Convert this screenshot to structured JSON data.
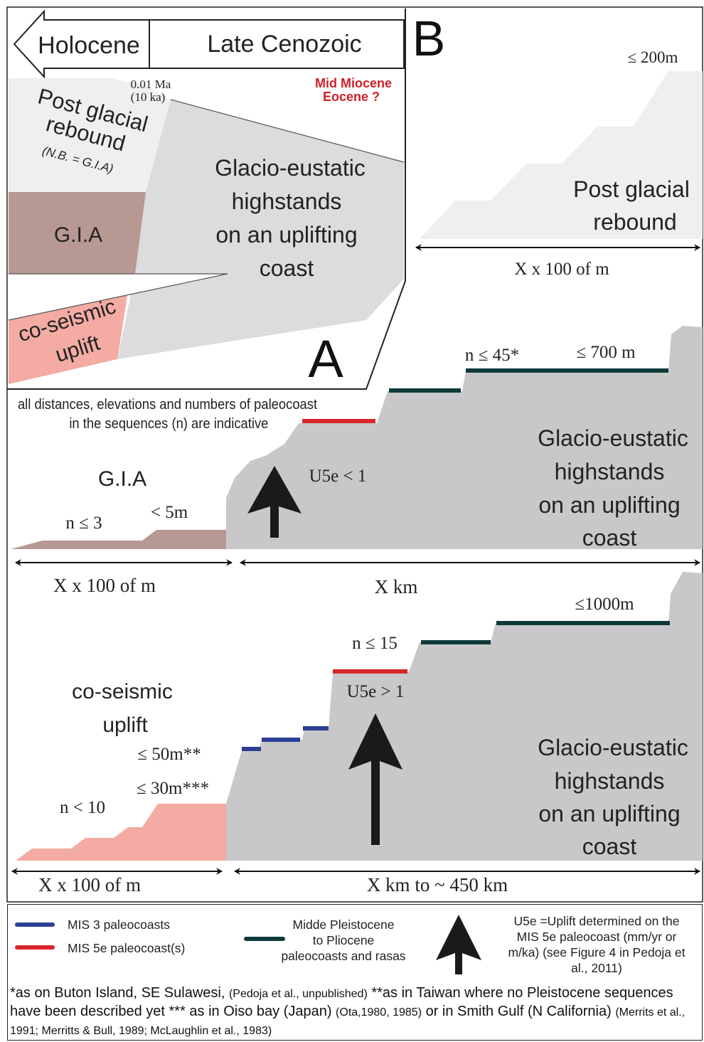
{
  "colors": {
    "gray_terrain": "#c8c8ca",
    "light_gray": "#dcdcde",
    "very_light_gray": "#efeff0",
    "gia_brown": "#b89893",
    "coseismic_pink": "#f3aba3",
    "mis3_blue": "#2b3f95",
    "mis5e_red": "#d9262c",
    "plio_green": "#0f3a3a",
    "mid_miocene_red": "#d01f27",
    "arrow_black": "#1a1a1a"
  },
  "panel_a": {
    "arrow_holocene": "Holocene",
    "arrow_late_cenozoic": "Late Cenozoic",
    "label_a": "A",
    "age_ma": "0.01 Ma",
    "age_ka": "(10 ka)",
    "mid_miocene": "Mid Miocene",
    "eocene": "Eocene ?",
    "post_glacial": [
      "Post glacial",
      "rebound"
    ],
    "nb_gia": "(N.B. = G.I.A)",
    "gia": "G.I.A",
    "glacio": [
      "Glacio-eustatic",
      "highstands",
      "on an uplifting",
      "coast"
    ],
    "coseismic": [
      "co-seismic",
      "uplift"
    ]
  },
  "panel_b": {
    "label_b": "B",
    "top_elev": "≤ 200m",
    "post_glacial": [
      "Post glacial",
      "rebound"
    ],
    "top_dist": "X x 100 of m"
  },
  "middle": {
    "note": [
      "all distances, elevations and numbers of paleocoast",
      "in the sequences (n) are indicative"
    ],
    "gia": "G.I.A",
    "gia_n": "n ≤ 3",
    "gia_elev": "< 5m",
    "n_count": "n ≤ 45*",
    "elev": "≤ 700 m",
    "uplift": "U5e < 1",
    "glacio": [
      "Glacio-eustatic",
      "highstands",
      "on an uplifting",
      "coast"
    ],
    "dist_left": "X x 100 of m",
    "dist_right": "X km"
  },
  "bottom": {
    "coseismic": [
      "co-seismic",
      "uplift"
    ],
    "elev_50": "≤ 50m**",
    "elev_30": "≤ 30m***",
    "n_count_left": "n < 10",
    "n_count": "n ≤ 15",
    "elev": "≤1000m",
    "uplift": "U5e > 1",
    "glacio": [
      "Glacio-eustatic",
      "highstands",
      "on an uplifting",
      "coast"
    ],
    "dist_left": "X x 100 of m",
    "dist_right": "X km to ~ 450 km"
  },
  "legend": {
    "mis3": "MIS 3 paleocoasts",
    "mis5e": "MIS 5e paleocoast(s)",
    "plio": [
      "Midde Pleistocene",
      "to  Pliocene",
      "paleocoasts and rasas"
    ],
    "u5e": [
      "U5e =Uplift determined on  the",
      "MIS 5e paleocoast (mm/yr or",
      "m/ka) (see Figure 4 in Pedoja et",
      "al., 2011)"
    ]
  },
  "footnote": {
    "f1_main": "*as on Buton Island, SE Sulawesi, ",
    "f1_ref": "(Pedoja et al., unpublished)",
    "f2_main": " **as in Taiwan where no Pleistocene sequences have been described yet *** as in Oiso bay (Japan) ",
    "f2_ref": "(Ota,1980, 1985)",
    "f3_main": " or in Smith Gulf (N California) ",
    "f3_ref": "(Merrits et al., 1991; Merritts & Bull, 1989; McLaughlin et al., 1983)"
  }
}
